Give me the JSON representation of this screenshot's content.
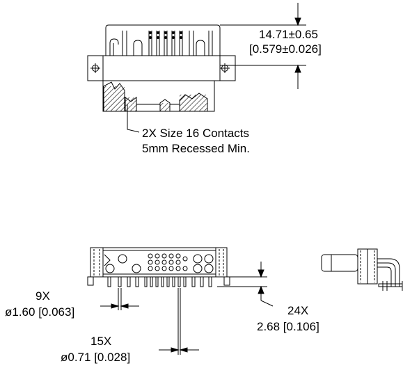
{
  "top_view": {
    "height_dim": {
      "metric": "14.71±0.65",
      "imperial": "[0.579±0.026]"
    },
    "contacts_note": {
      "line1": "2X Size 16 Contacts",
      "line2": "5mm Recessed Min."
    }
  },
  "front_view": {
    "hole_large": {
      "count": "9X",
      "size": "ø1.60 [0.063]"
    },
    "hole_small": {
      "count": "15X",
      "size": "ø0.71 [0.028]"
    },
    "pin_length": {
      "count": "24X",
      "size": "2.68 [0.106]"
    }
  },
  "colors": {
    "line": "#000000",
    "background": "#ffffff"
  }
}
